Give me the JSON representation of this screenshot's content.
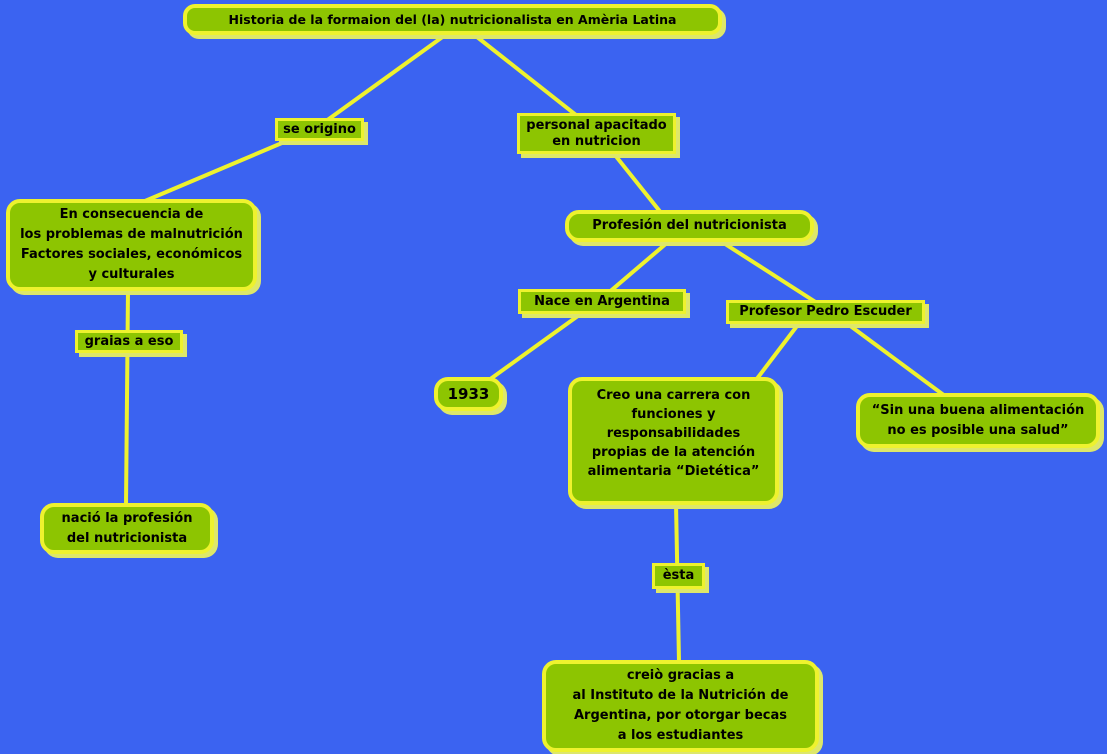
{
  "colors": {
    "background": "#3b63f1",
    "node-fill": "#8dc501",
    "node-border": "#eef22e",
    "node-shadow": "#dde76a",
    "line": "#eef22e",
    "text": "#000000"
  },
  "nodes": {
    "title": "Historia de la formaion del (la) nutricionalista en Amèria Latina",
    "se_origino": "se origino",
    "personal_capacitado": [
      "personal apacitado",
      "en nutricion"
    ],
    "consecuencia": [
      "En consecuencia de",
      "los problemas de malnutrición",
      "Factores sociales, económicos",
      "y culturales"
    ],
    "profesion": "Profesión del nutricionista",
    "gracias_a_eso": "graias a eso",
    "nace_argentina": "Nace en Argentina",
    "escuder": "Profesor Pedro Escuder",
    "anio": "1933",
    "carrera": [
      "Creo una carrera con",
      "funciones y",
      "responsabilidades",
      "propias de la atención",
      "alimentaria “Dietética”"
    ],
    "cita": [
      "“Sin una buena alimentación",
      "no es posible una salud”"
    ],
    "nacio_profesion": [
      "nació la profesión",
      "del nutricionista"
    ],
    "esta": "èsta",
    "instituto": [
      "creiò gracias a",
      "al Instituto de la Nutrición de",
      "Argentina, por otorgar becas",
      "a los estudiantes"
    ]
  }
}
